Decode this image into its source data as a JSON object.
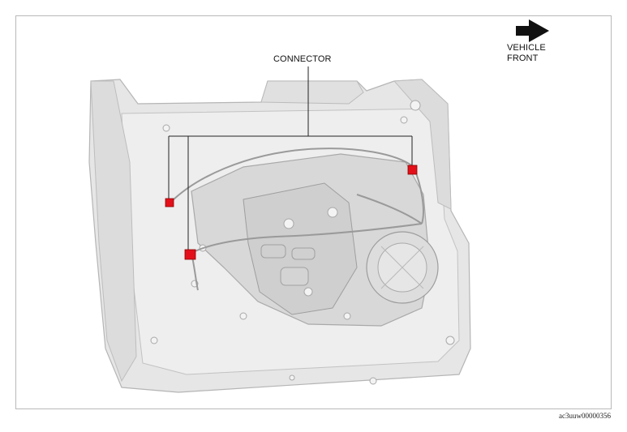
{
  "diagram": {
    "callout_label": "CONNECTOR",
    "direction_label_line1": "VEHICLE",
    "direction_label_line2": "FRONT",
    "figure_code": "ac3uuw00000356",
    "icons": {
      "direction": "right-arrow-icon"
    },
    "colors": {
      "connector": "#e3101a",
      "door_panel": "#e6e6e6",
      "outline": "#b5b5b5",
      "leader_line": "#222222",
      "arrow": "#111111"
    }
  }
}
